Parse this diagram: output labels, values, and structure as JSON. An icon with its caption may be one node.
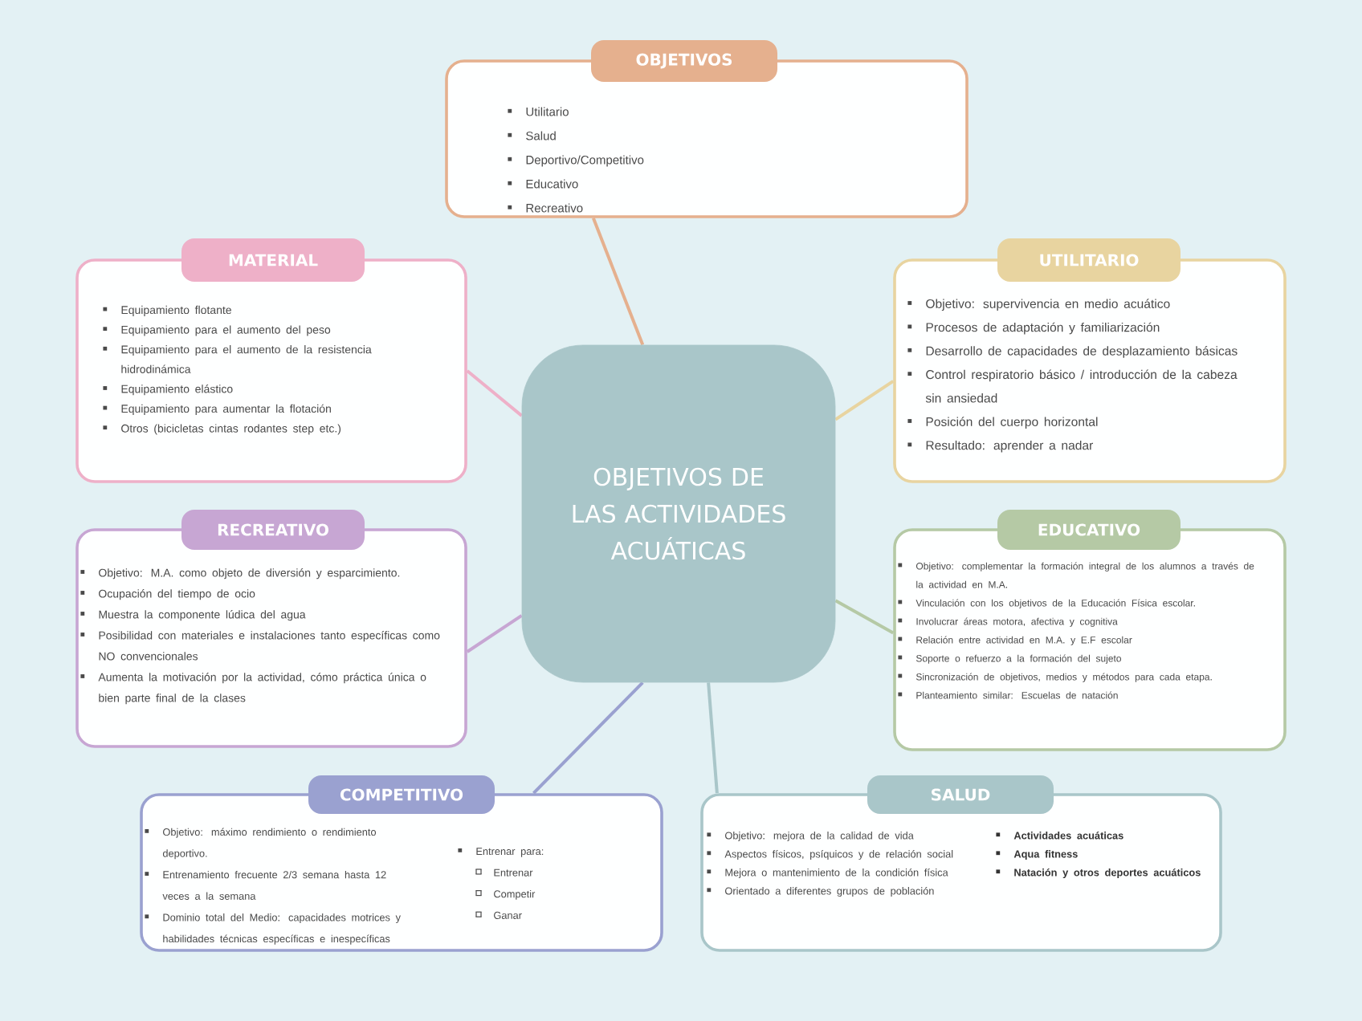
{
  "diagram": {
    "nodes": [
      {
        "text": [
          "OBJETIVOS DE LAS ACTIVIDADES ACUÁTICAS"
        ]
      },
      {
        "text": [
          "OBJETIVOS",
          "Utilitario",
          "Salud",
          "Deportivo/Competitivo",
          "Educativo",
          "Recreativo"
        ]
      },
      {
        "text": [
          "MATERIAL",
          "Equipamiento flotante",
          "Equipamiento para el aumento del peso",
          "Equipamiento para el aumento de la resistencia hidrodinámica",
          "Equipamiento elástico",
          "Equipamiento para aumentar la flotación",
          "Otros (bicicletas cintas rodantes step etc.)"
        ]
      },
      {
        "text": [
          "UTILITARIO",
          "Objetivo: supervivencia en medio acuático",
          "Procesos de adaptación y familiarización",
          "Desarrollo de capacidades de desplazamiento básicas",
          "Control respiratorio básico / introducción de la cabeza sin ansiedad",
          "Posición del cuerpo horizontal",
          "Resultado: aprender a nadar"
        ]
      },
      {
        "text": [
          "RECREATIVO",
          "Objetivo: M.A. como objeto de diversión y esparcimiento.",
          "Ocupación del tiempo de ocio",
          "Muestra la componente lúdica del agua",
          "Posibilidad con materiales e instalaciones tanto específicas como NO convencionales",
          "Aumenta la motivación por la actividad, cómo práctica única o bien parte final de la clases"
        ]
      },
      {
        "text": [
          "EDUCATIVO",
          "Objetivo: complementar la formación integral de los alumnos a través de la actividad en M.A.",
          "Vinculación con los objetivos de la Educación Física escolar.",
          "Involucrar áreas motora, afectiva y cognitiva",
          "Relación entre actividad en M.A. y E.F escolar",
          "Soporte o refuerzo a la formación del sujeto",
          "Sincronización de objetivos, medios y métodos para cada etapa.",
          "Planteamiento similar: Escuelas de natación"
        ]
      },
      {
        "text": [
          "COMPETITIVO",
          "Objetivo: máximo rendimiento o rendimiento deportivo.",
          "Entrenamiento frecuente 2/3 semana hasta 12 veces a la semana",
          "Dominio total del Medio: capacidades motrices y habilidades técnicas específicas e inespecíficas",
          "Entrenar para:",
          "Entrenar",
          "Competir",
          "Ganar"
        ]
      },
      {
        "text": [
          "SALUD",
          "Objetivo: mejora de la calidad de vida",
          "Aspectos físicos, psíquicos y de relación social",
          "Mejora o mantenimiento de la condición física",
          "Orientado a diferentes grupos de población",
          "Actividades acuáticas",
          "Aqua fitness",
          "Natación y otros deportes acuáticos"
        ]
      }
    ],
    "edges": [
      {
        "from": 0,
        "to": 1,
        "arrow": "none",
        "color": "#e5b08e"
      },
      {
        "from": 0,
        "to": 2,
        "arrow": "none",
        "color": "#eeb0c8"
      },
      {
        "from": 0,
        "to": 3,
        "arrow": "none",
        "color": "#e8d4a0"
      },
      {
        "from": 0,
        "to": 4,
        "arrow": "none",
        "color": "#c7a6d3"
      },
      {
        "from": 0,
        "to": 5,
        "arrow": "none",
        "color": "#b5c9a5"
      },
      {
        "from": 0,
        "to": 6,
        "arrow": "none",
        "color": "#9aa1d0"
      },
      {
        "from": 0,
        "to": 7,
        "arrow": "none",
        "color": "#a9c6c9"
      }
    ]
  }
}
